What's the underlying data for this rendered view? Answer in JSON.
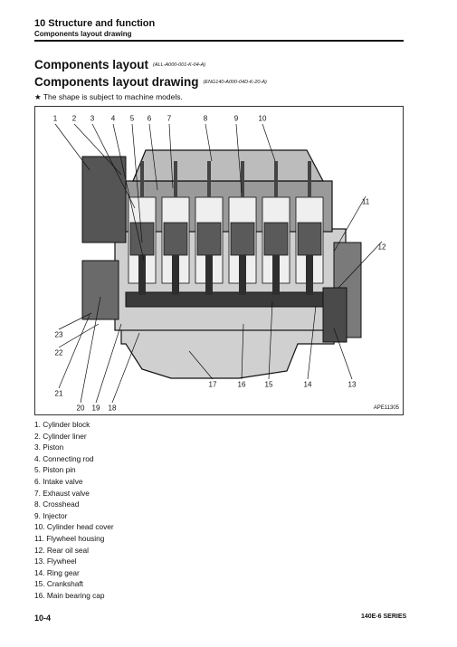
{
  "header": {
    "title": "10 Structure and function",
    "subtitle": "Components layout drawing"
  },
  "section": {
    "title": "Components layout",
    "title_code": "(ALL-A000-001-K-04-A)",
    "subtitle": "Components layout drawing",
    "subtitle_code": "(ENG140-A000-04D-K-20-A)",
    "note": "★  The shape is subject to machine models."
  },
  "figure": {
    "code": "APE11305",
    "callouts": [
      "1",
      "2",
      "3",
      "4",
      "5",
      "6",
      "7",
      "8",
      "9",
      "10",
      "11",
      "12",
      "13",
      "14",
      "15",
      "16",
      "17",
      "18",
      "19",
      "20",
      "21",
      "22",
      "23"
    ],
    "colors": {
      "line": "#111111",
      "steel": "#3a3a3a",
      "head": "#9a9a9a",
      "body": "#d9d9d9"
    }
  },
  "legend": [
    "1. Cylinder block",
    "2. Cylinder liner",
    "3. Piston",
    "4. Connecting rod",
    "5. Piston pin",
    "6. Intake valve",
    "7. Exhaust valve",
    "8. Crosshead",
    "9. Injector",
    "10. Cylinder head cover",
    "11. Flywheel housing",
    "12. Rear oil seal",
    "13. Flywheel",
    "14. Ring gear",
    "15. Crankshaft",
    "16. Main bearing cap"
  ],
  "footer": {
    "page": "10-4",
    "series": "140E-6 SERIES"
  }
}
